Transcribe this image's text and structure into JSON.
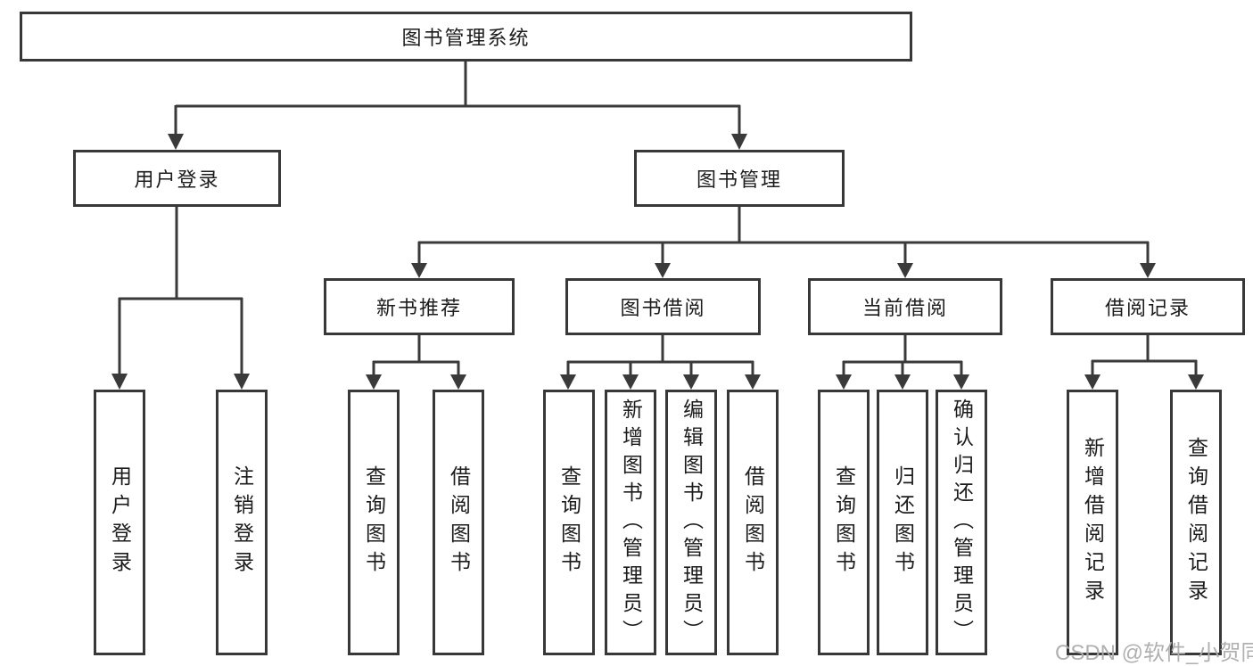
{
  "diagram": {
    "root": {
      "label": "图书管理系统"
    },
    "branches": {
      "user_login": {
        "label": "用户登录",
        "children": [
          {
            "label": "用户登录"
          },
          {
            "label": "注销登录"
          }
        ]
      },
      "book_management": {
        "label": "图书管理",
        "children": [
          {
            "label": "新书推荐",
            "children": [
              {
                "label": "查询图书"
              },
              {
                "label": "借阅图书"
              }
            ]
          },
          {
            "label": "图书借阅",
            "children": [
              {
                "label": "查询图书"
              },
              {
                "label": "新增图书（管理员）"
              },
              {
                "label": "编辑图书（管理员）"
              },
              {
                "label": "借阅图书"
              }
            ]
          },
          {
            "label": "当前借阅",
            "children": [
              {
                "label": "查询图书"
              },
              {
                "label": "归还图书"
              },
              {
                "label": "确认归还（管理员）"
              }
            ]
          },
          {
            "label": "借阅记录",
            "children": [
              {
                "label": "新增借阅记录"
              },
              {
                "label": "查询借阅记录"
              }
            ]
          }
        ]
      }
    },
    "watermark": "CSDN @软件_小贺同学",
    "colors": {
      "line": "#3a3a3a",
      "text": "#1c1c1c",
      "watermark": "#acacac",
      "background": "#ffffff"
    }
  }
}
